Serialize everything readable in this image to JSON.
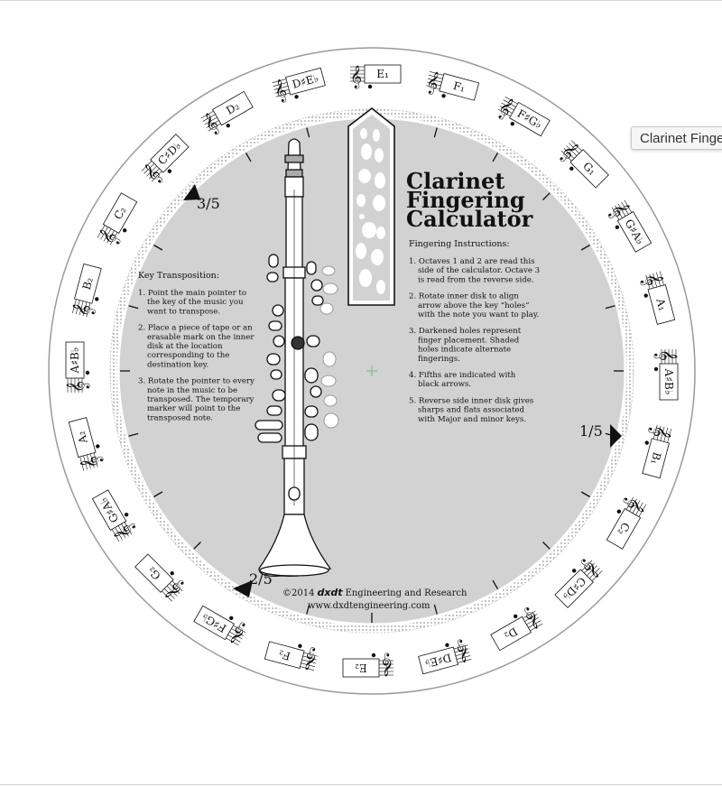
{
  "tooltip": "Clarinet Fingering Calculator",
  "title": [
    "Clarinet",
    "Fingering",
    "Calculator"
  ],
  "instructions_heading": "Fingering Instructions:",
  "instructions": [
    [
      "1. Octaves 1 and 2 are read this",
      "side of the calculator. Octave 3",
      "is read from the reverse side."
    ],
    [
      "2. Rotate inner disk to align",
      "arrow above the key “holes”",
      "with the note you want to play."
    ],
    [
      "3. Darkened holes represent",
      "finger placement. Shaded",
      "holes indicate alternate",
      "fingerings."
    ],
    [
      "4. Fifths are indicated with",
      "black arrows."
    ],
    [
      "5. Reverse side inner disk gives",
      "sharps and flats associated",
      "with Major and minor keys."
    ]
  ],
  "transposition_heading": "Key Transposition:",
  "transposition": [
    [
      "1. Point the main pointer to",
      "the key of the music you",
      "want to transpose."
    ],
    [
      "2. Place a piece of tape or an",
      "erasable mark on the inner",
      "disk at the location",
      "corresponding to the",
      "destination key."
    ],
    [
      "3. Rotate the pointer to every",
      "note in the music to be",
      "transposed. The temporary",
      "marker will point to the",
      "transposed note."
    ]
  ],
  "fifths": [
    "1/5",
    "2/5",
    "3/5"
  ],
  "copyright_prefix": "©2014",
  "brand_logo": "dxdt",
  "copyright_suffix": "Engineering and Research",
  "website": "www.dxdtengineering.com",
  "notes": [
    "E₁",
    "F₁",
    "F♯G♭",
    "G₁",
    "G♯A♭",
    "A₁",
    "A♯B♭",
    "B₁",
    "C₂",
    "C♯D♭",
    "D₂",
    "D♯E♭",
    "E₂",
    "F₂",
    "F♯G♭",
    "G₂",
    "G♯A♭",
    "A₂",
    "A♯B♭",
    "B₂",
    "C₂",
    "C♯D♭",
    "D₂",
    "D♯E♭"
  ],
  "colors": {
    "outer_disk": "#ffffff",
    "inner_disk": "#d2d2d2",
    "ink": "#111111"
  }
}
